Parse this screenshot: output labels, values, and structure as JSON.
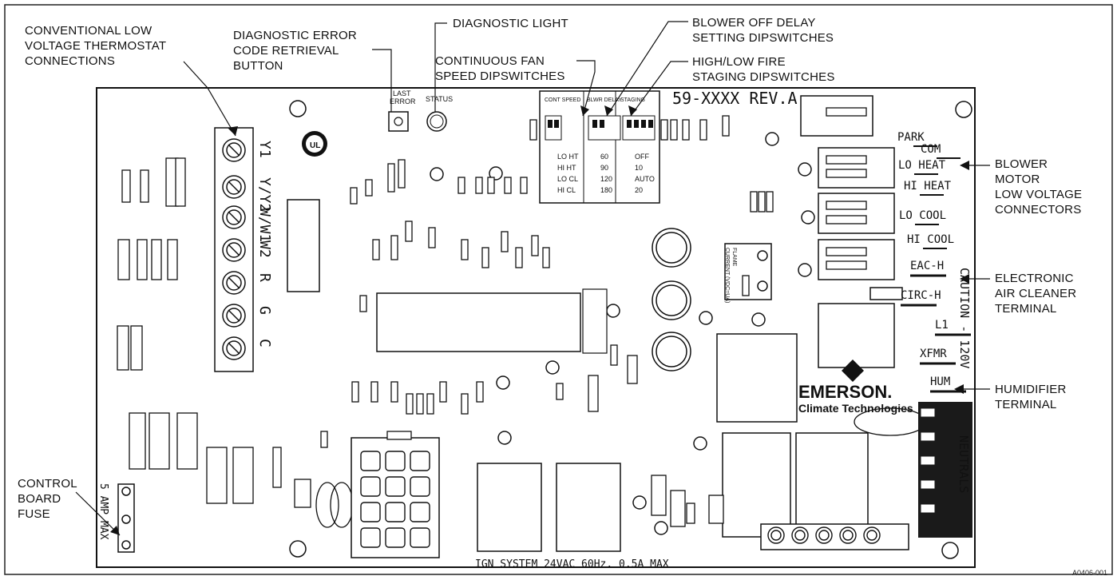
{
  "figure_id": "A0406-001",
  "callouts": {
    "thermostat": "CONVENTIONAL LOW\nVOLTAGE THERMOSTAT\nCONNECTIONS",
    "error_button": "DIAGNOSTIC ERROR\nCODE RETRIEVAL\nBUTTON",
    "diag_light": "DIAGNOSTIC LIGHT",
    "fan_speed": "CONTINUOUS FAN\nSPEED DIPSWITCHES",
    "blower_delay": "BLOWER OFF DELAY\nSETTING DIPSWITCHES",
    "staging": "HIGH/LOW FIRE\nSTAGING DIPSWITCHES",
    "blower_motor": "BLOWER\nMOTOR\nLOW VOLTAGE\nCONNECTORS",
    "eac": "ELECTRONIC\nAIR CLEANER\nTERMINAL",
    "humidifier": "HUMIDIFIER\nTERMINAL",
    "fuse": "CONTROL\nBOARD\nFUSE"
  },
  "board": {
    "part_number": "59-XXXX REV.A",
    "ign_system": "IGN SYSTEM 24VAC 60Hz. 0.5A MAX",
    "fuse_rating": "5 AMP MAX",
    "last_error": "LAST\nERROR",
    "status": "STATUS",
    "brand": "EMERSON.",
    "brand_sub": "Climate Technologies",
    "neutrals": "NEUTRALS",
    "caution": "CAUTION - 120V",
    "thermostat_terminals": [
      "Y1",
      "Y/Y2",
      "W/W1",
      "W2",
      "R",
      "G",
      "C"
    ],
    "motor_terminals": [
      "PARK",
      "COM",
      "LO HEAT",
      "HI HEAT",
      "LO COOL",
      "HI COOL"
    ],
    "side_terminals": [
      "EAC-H",
      "CIRC-H",
      "L1",
      "XFMR",
      "HUM"
    ],
    "dip_headers": [
      "CONT SPEED",
      "BLWR DELAY",
      "STAGING"
    ],
    "dip_fan": [
      "LO HT",
      "HI HT",
      "LO CL",
      "HI CL"
    ],
    "dip_delay": [
      "60",
      "90",
      "120",
      "180"
    ],
    "dip_staging": [
      "OFF",
      "10",
      "AUTO",
      "20"
    ],
    "flame_current": "FLAME\nCURRENT (VDC=UA)"
  }
}
